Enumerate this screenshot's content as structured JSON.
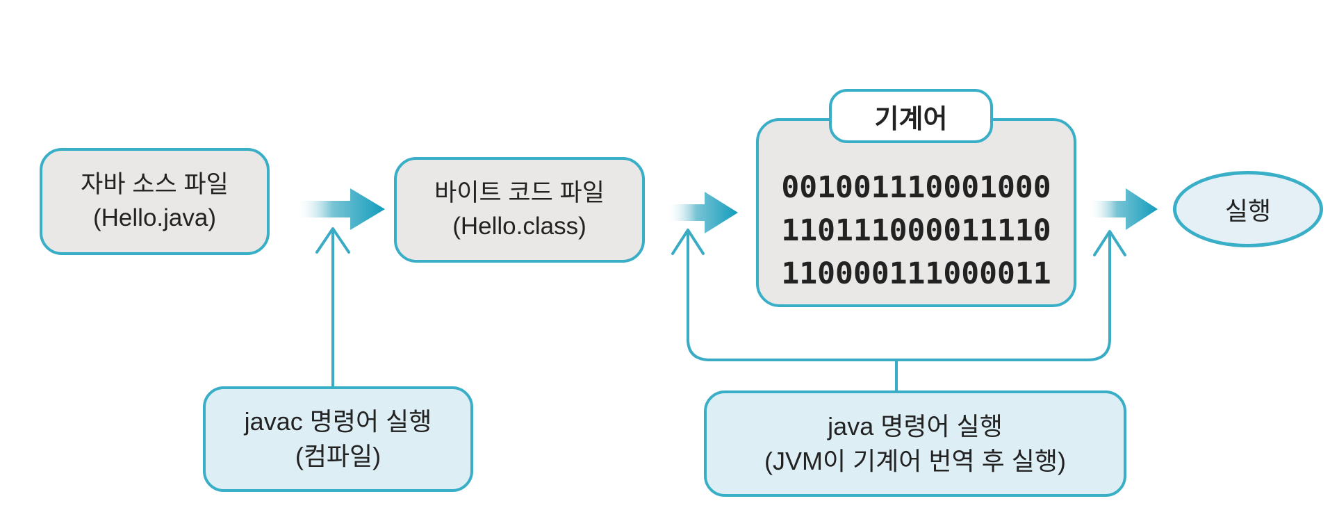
{
  "diagram": {
    "nodes": {
      "source_file": {
        "line1": "자바 소스 파일",
        "line2": "(Hello.java)"
      },
      "bytecode_file": {
        "line1": "바이트 코드 파일",
        "line2": "(Hello.class)"
      },
      "machine": {
        "tab": "기계어",
        "code_lines": [
          "001001110001000",
          "110111000011110",
          "110000111000011"
        ]
      },
      "run": {
        "label": "실행"
      },
      "javac_note": {
        "line1": "javac 명령어 실행",
        "line2": "(컴파일)"
      },
      "java_note": {
        "line1": "java 명령어 실행",
        "line2": "(JVM이 기계어 번역 후 실행)"
      }
    },
    "colors": {
      "teal": "#38aec7",
      "line_teal": "#3aabc4",
      "arrow_teal": "#119cbc",
      "gray_fill": "#e9e8e6",
      "blue_fill": "#ddeef5",
      "oval_fill": "#e4f0f6",
      "text_color": "#222222"
    }
  }
}
